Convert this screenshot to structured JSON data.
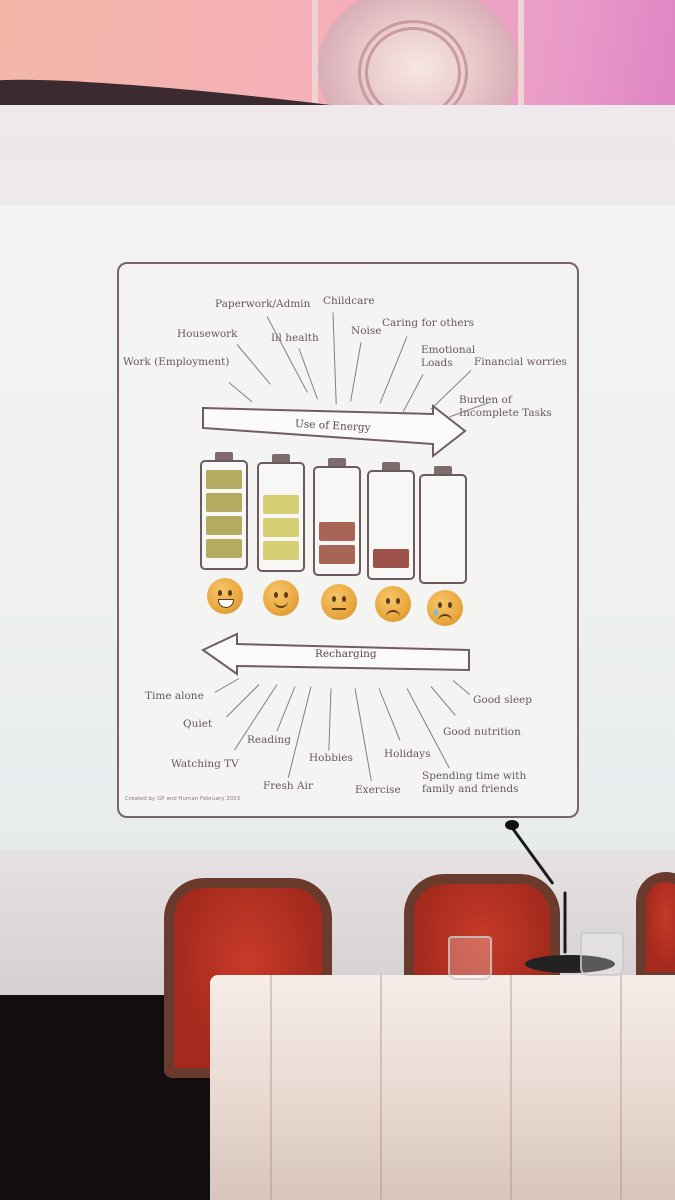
{
  "slide": {
    "energy_drains": [
      {
        "id": "work",
        "text": "Work (Employment)"
      },
      {
        "id": "housework",
        "text": "Housework"
      },
      {
        "id": "paperwork",
        "text": "Paperwork/Admin"
      },
      {
        "id": "illhealth",
        "text": "Ill health"
      },
      {
        "id": "childcare",
        "text": "Childcare"
      },
      {
        "id": "noise",
        "text": "Noise"
      },
      {
        "id": "caring",
        "text": "Caring for others"
      },
      {
        "id": "emotional",
        "text": "Emotional\nLoads"
      },
      {
        "id": "financial",
        "text": "Financial worries"
      },
      {
        "id": "burden",
        "text": "Burden of\nIncomplete Tasks"
      }
    ],
    "use_of_energy_label": "Use of Energy",
    "recharging_label": "Recharging",
    "batteries": [
      {
        "level": "full",
        "filled_cells": 4,
        "cell_color": "#b3ab60"
      },
      {
        "level": "three_quarters",
        "filled_cells": 3,
        "cell_color": "#d6cf73"
      },
      {
        "level": "half",
        "filled_cells": 2,
        "cell_color": "#a86455"
      },
      {
        "level": "quarter",
        "filled_cells": 1,
        "cell_color": "#9e5148"
      },
      {
        "level": "empty",
        "filled_cells": 0,
        "cell_color": "#ffffff"
      }
    ],
    "faces": [
      "grinning-face",
      "smiling-face",
      "neutral-face",
      "sad-face",
      "crying-face"
    ],
    "recharge_items": [
      {
        "id": "timealone",
        "text": "Time alone"
      },
      {
        "id": "quiet",
        "text": "Quiet"
      },
      {
        "id": "watchingtv",
        "text": "Watching TV"
      },
      {
        "id": "reading",
        "text": "Reading"
      },
      {
        "id": "freshair",
        "text": "Fresh Air"
      },
      {
        "id": "hobbies",
        "text": "Hobbies"
      },
      {
        "id": "exercise",
        "text": "Exercise"
      },
      {
        "id": "holidays",
        "text": "Holidays"
      },
      {
        "id": "spending",
        "text": "Spending time with\nfamily and friends"
      },
      {
        "id": "nutrition",
        "text": "Good nutrition"
      },
      {
        "id": "sleep",
        "text": "Good sleep"
      }
    ],
    "credit": "Created by GP and Human February 2023"
  },
  "colors": {
    "wall": "#f3b0b6",
    "slide_border": "#776568",
    "text": "#6a5659",
    "chair": "#b3311f"
  }
}
